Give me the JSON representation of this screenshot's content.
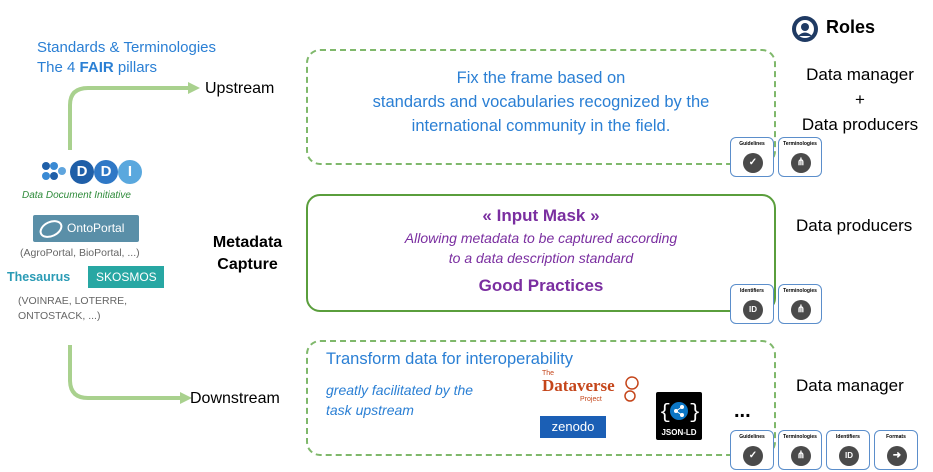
{
  "header": {
    "line1": "Standards  & Terminologies",
    "line2_prefix": "The 4 ",
    "line2_bold": "FAIR",
    "line2_suffix": " pillars"
  },
  "roles": {
    "title": "Roles",
    "upstream_line1": "Data manager",
    "upstream_plus": "+",
    "upstream_line2": "Data producers",
    "capture": "Data producers",
    "downstream": "Data manager"
  },
  "flow": {
    "upstream": "Upstream",
    "capture_line1": "Metadata",
    "capture_line2": "Capture",
    "downstream": "Downstream"
  },
  "left_panel": {
    "ddi_logo": "DDI",
    "ddi_caption": "Data Document Initiative",
    "ontoportal": "OntoPortal",
    "ontoportal_examples": "(AgroPortal, BioPortal, ...)",
    "thesaurus": "Thesaurus",
    "skosmos": "SKOSMOS",
    "thesaurus_examples_line1": "(VOINRAE, LOTERRE,",
    "thesaurus_examples_line2": "ONTOSTACK, ...)"
  },
  "upstream_box": {
    "line1": "Fix the frame based on",
    "line2": "standards and vocabularies recognized by the",
    "line3": "international community in the field."
  },
  "capture_box": {
    "title": "« Input Mask »",
    "line1": "Allowing metadata to be captured according",
    "line2": "to a data description standard",
    "footer": "Good Practices"
  },
  "downstream_box": {
    "title": "Transform data for interoperability",
    "line1": "greatly facilitated by the",
    "line2": "task upstream",
    "dataverse_small": "The",
    "dataverse": "Dataverse",
    "dataverse_project": "Project",
    "zenodo": "zenodo",
    "jsonld": "JSON-LD",
    "ellipsis": "..."
  },
  "badges": {
    "guidelines": "Guidelines",
    "terminologies": "Terminologies",
    "identifiers": "Identifiers",
    "formats": "Formats",
    "id": "ID"
  },
  "colors": {
    "blue": "#2a7fd4",
    "purple": "#7a2ea0",
    "green_border": "#5a9e3c",
    "green_arrow": "#a9d18e",
    "badge_border": "#5b8ecb"
  }
}
